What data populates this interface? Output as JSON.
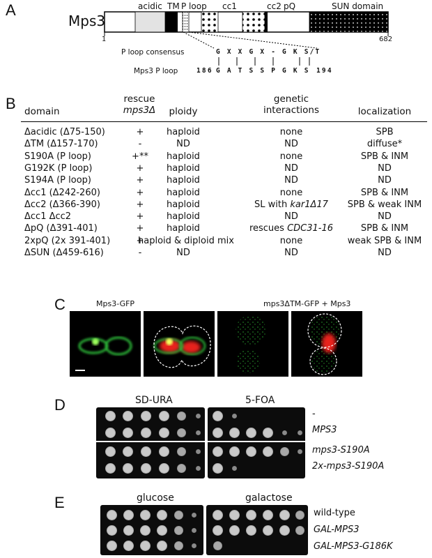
{
  "panels": {
    "a": "A",
    "b": "B",
    "c": "C",
    "d": "D",
    "e": "E"
  },
  "panel_a": {
    "protein": "Mps3",
    "start": "1",
    "end": "682",
    "domains": {
      "acidic": "acidic",
      "tm": "TM",
      "ploop": "P loop",
      "cc1": "cc1",
      "cc2": "cc2",
      "pq": "pQ",
      "sun": "SUN domain"
    },
    "consensus_label": "P loop consensus",
    "consensus_seq": "G X X G X - G K S/T",
    "mps3_label": "Mps3 P loop",
    "mps3_start": "186",
    "mps3_seq": "G A T S S P G K S",
    "mps3_end": "194"
  },
  "panel_b": {
    "headers": {
      "domain": "domain",
      "rescue_1": "rescue",
      "rescue_2": "mps3Δ",
      "ploidy": "ploidy",
      "genetic_1": "genetic",
      "genetic_2": "interactions",
      "localization": "localization"
    },
    "rows": [
      {
        "domain": "Δacidic (Δ75-150)",
        "rescue": "+",
        "ploidy": "haploid",
        "genetic": "none",
        "localization": "SPB"
      },
      {
        "domain": "ΔTM (Δ157-170)",
        "rescue": "-",
        "ploidy": "ND",
        "genetic": "ND",
        "localization": "diffuse*"
      },
      {
        "domain": "S190A (P loop)",
        "rescue": "+**",
        "ploidy": "haploid",
        "genetic": "none",
        "localization": "SPB & INM"
      },
      {
        "domain": "G192K (P loop)",
        "rescue": "+",
        "ploidy": "haploid",
        "genetic": "ND",
        "localization": "ND"
      },
      {
        "domain": "S194A (P loop)",
        "rescue": "+",
        "ploidy": "haploid",
        "genetic": "ND",
        "localization": "ND"
      },
      {
        "domain": "Δcc1 (Δ242-260)",
        "rescue": "+",
        "ploidy": "haploid",
        "genetic": "none",
        "localization": "SPB & INM"
      },
      {
        "domain": "Δcc2 (Δ366-390)",
        "rescue": "+",
        "ploidy": "haploid",
        "genetic": "SL with kar1Δ17",
        "localization": "SPB & weak INM"
      },
      {
        "domain": "Δcc1 Δcc2",
        "rescue": "+",
        "ploidy": "haploid",
        "genetic": "ND",
        "localization": "ND"
      },
      {
        "domain": "ΔpQ (Δ391-401)",
        "rescue": "+",
        "ploidy": "haploid",
        "genetic": "rescues CDC31-16",
        "localization": "SPB & INM"
      },
      {
        "domain": "2xpQ (2x 391-401)",
        "rescue": "+",
        "ploidy": "haploid & diploid mix",
        "genetic": "none",
        "localization": "weak SPB & INM"
      },
      {
        "domain": "ΔSUN (Δ459-616)",
        "rescue": "-",
        "ploidy": "ND",
        "genetic": "ND",
        "localization": "ND"
      }
    ]
  },
  "panel_c": {
    "caption_left": "Mps3-GFP",
    "caption_right": "mps3ΔTM-GFP + Mps3"
  },
  "panel_d": {
    "media_left": "SD-URA",
    "media_right": "5-FOA",
    "strains": [
      "-",
      "MPS3",
      "mps3-S190A",
      "2x-mps3-S190A"
    ]
  },
  "panel_e": {
    "media_left": "glucose",
    "media_right": "galactose",
    "strains": [
      "wild-type",
      "GAL-MPS3",
      "GAL-MPS3-G186K"
    ]
  },
  "colors": {
    "gfp": "#2fbf3a",
    "nucleus": "#e8231c",
    "plate": "#0c0c0c",
    "colony": "#d8d8d8"
  }
}
